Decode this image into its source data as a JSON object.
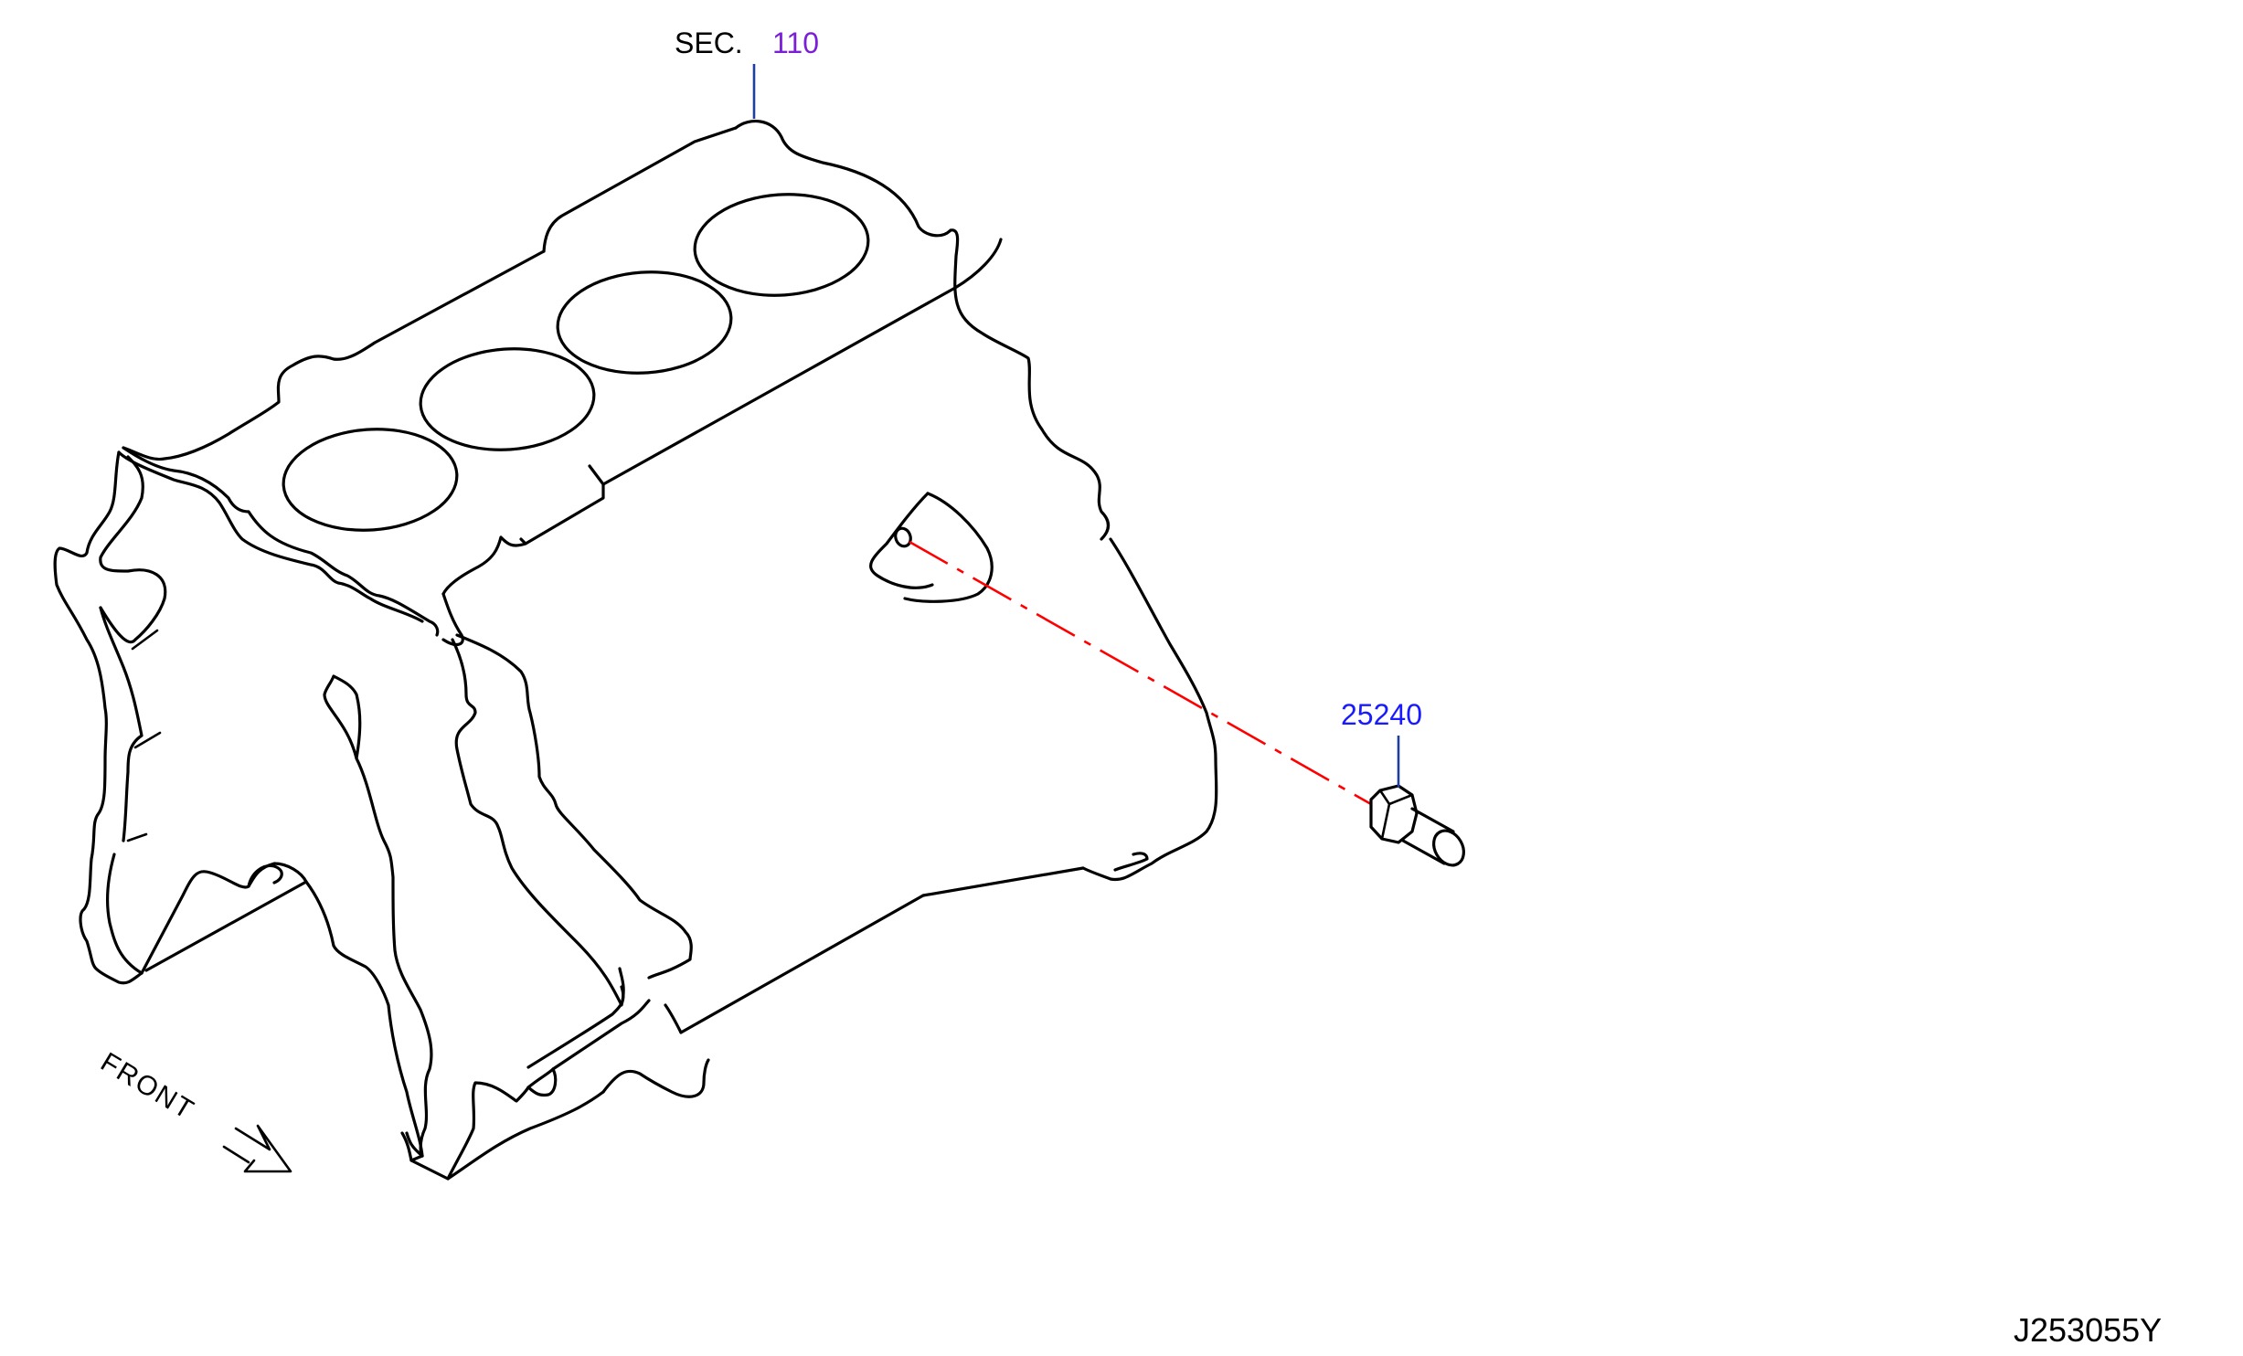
{
  "callouts": {
    "section_prefix": "SEC.",
    "section_number": "110",
    "part_number": "25240"
  },
  "orientation": {
    "front_label": "FRONT"
  },
  "diagram_id": "J253055Y",
  "colors": {
    "outline": "#000000",
    "leader": "#1f3fa0",
    "centerline": "#ff0000",
    "section_number": "#7a1fd6",
    "part_number": "#1a1aff"
  }
}
